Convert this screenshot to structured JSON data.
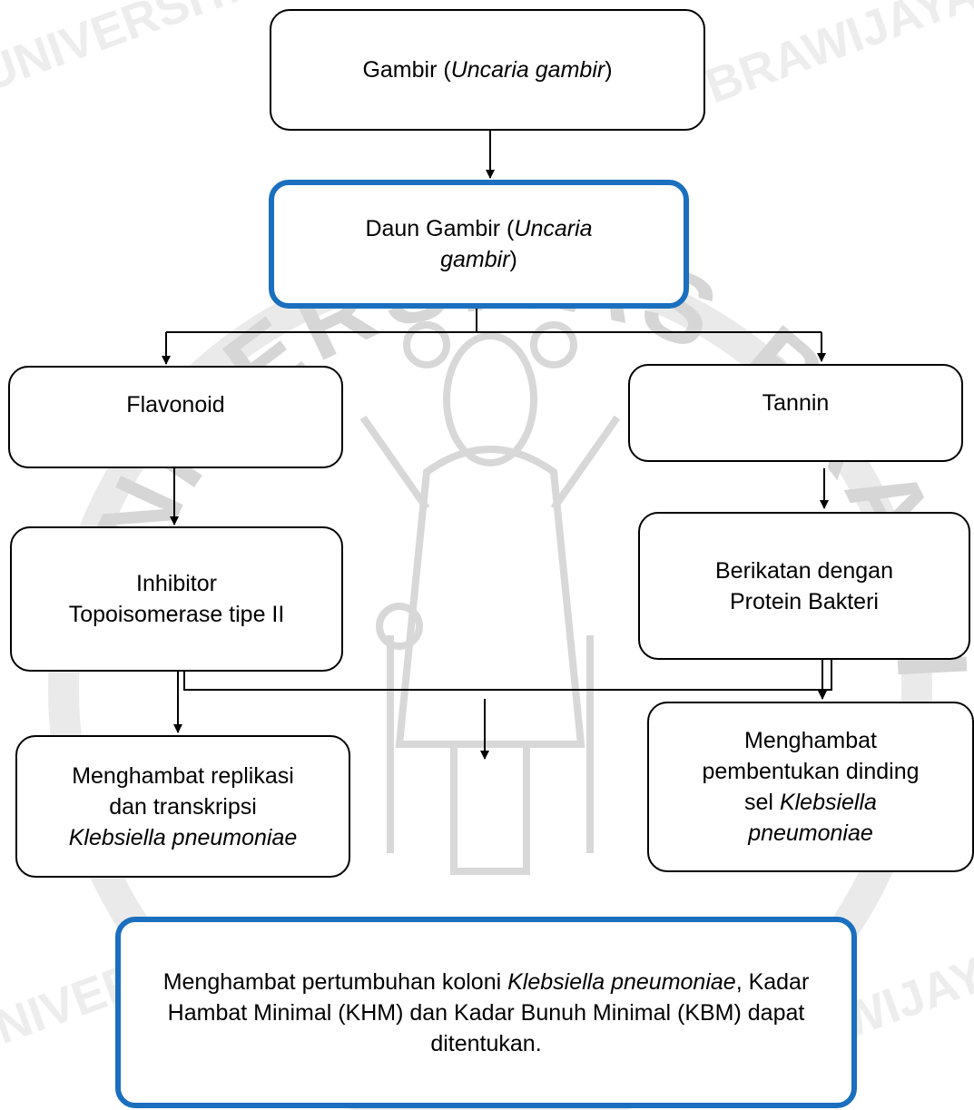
{
  "colors": {
    "highlight_border": "#1a6fbe",
    "box_border": "#000000",
    "watermark": "#d9d9d9"
  },
  "watermark": {
    "arc_text": "UNIVERSITAS BRAWIJAYA",
    "pattern_words": [
      "UNIVERSITAS",
      "BRAWIJAYA"
    ],
    "icon": "university-seal-emblem"
  },
  "nodes": {
    "gambir": {
      "pre": "Gambir (",
      "italic": "Uncaria gambir",
      "post": ")"
    },
    "daun": {
      "pre": "Daun Gambir (",
      "italic": "Uncaria gambir",
      "post": ")"
    },
    "flavonoid": {
      "text": "Flavonoid"
    },
    "tannin": {
      "text": "Tannin"
    },
    "inhibitor": {
      "line1": "Inhibitor",
      "line2": "Topoisomerase tipe II"
    },
    "berikatan": {
      "line1": "Berikatan dengan",
      "line2": "Protein Bakteri"
    },
    "replikasi": {
      "line1": "Menghambat replikasi",
      "line2": "dan transkripsi",
      "italic": "Klebsiella pneumoniae"
    },
    "dinding": {
      "line1": "Menghambat",
      "line2": "pembentukan dinding",
      "pre": "sel ",
      "italic": "Klebsiella pneumoniae"
    },
    "final": {
      "pre": "Menghambat pertumbuhan koloni ",
      "italic": "Klebsiella pneumoniae",
      "post": ", Kadar Hambat Minimal (KHM) dan Kadar Bunuh Minimal (KBM) dapat ditentukan."
    }
  }
}
